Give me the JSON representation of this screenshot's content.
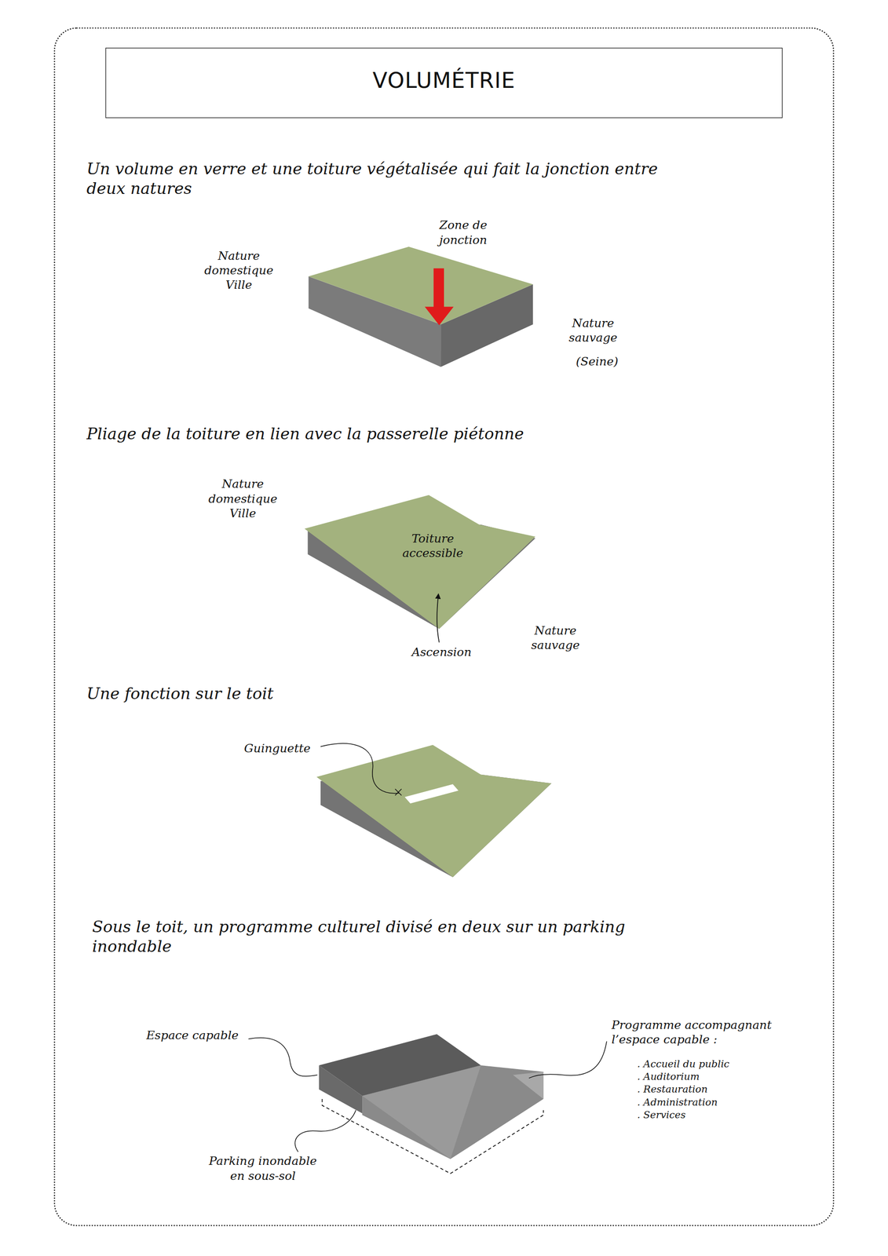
{
  "diagram": {
    "title": "VOLUMÉTRIE",
    "labels": [
      "Un volume en verre et une toiture végétalisée qui fait la jonction entre deux natures",
      "Zone de jonction",
      "Nature domestique Ville",
      "Nature sauvage",
      "(Seine)",
      "Pliage de la toiture en lien avec la passerelle piétonne",
      "Nature domestique Ville",
      "Toiture accessible",
      "Ascension",
      "Nature sauvage",
      "Une fonction sur le toit",
      "Guinguette",
      "Sous le toit, un programme culturel divisé en deux sur un parking inondable",
      "Espace capable",
      "Programme accompagnant l’espace capable :",
      ". Accueil du public",
      ". Auditorium",
      ". Restauration",
      ". Administration",
      ". Services",
      "Parking inondable en sous-sol"
    ]
  }
}
